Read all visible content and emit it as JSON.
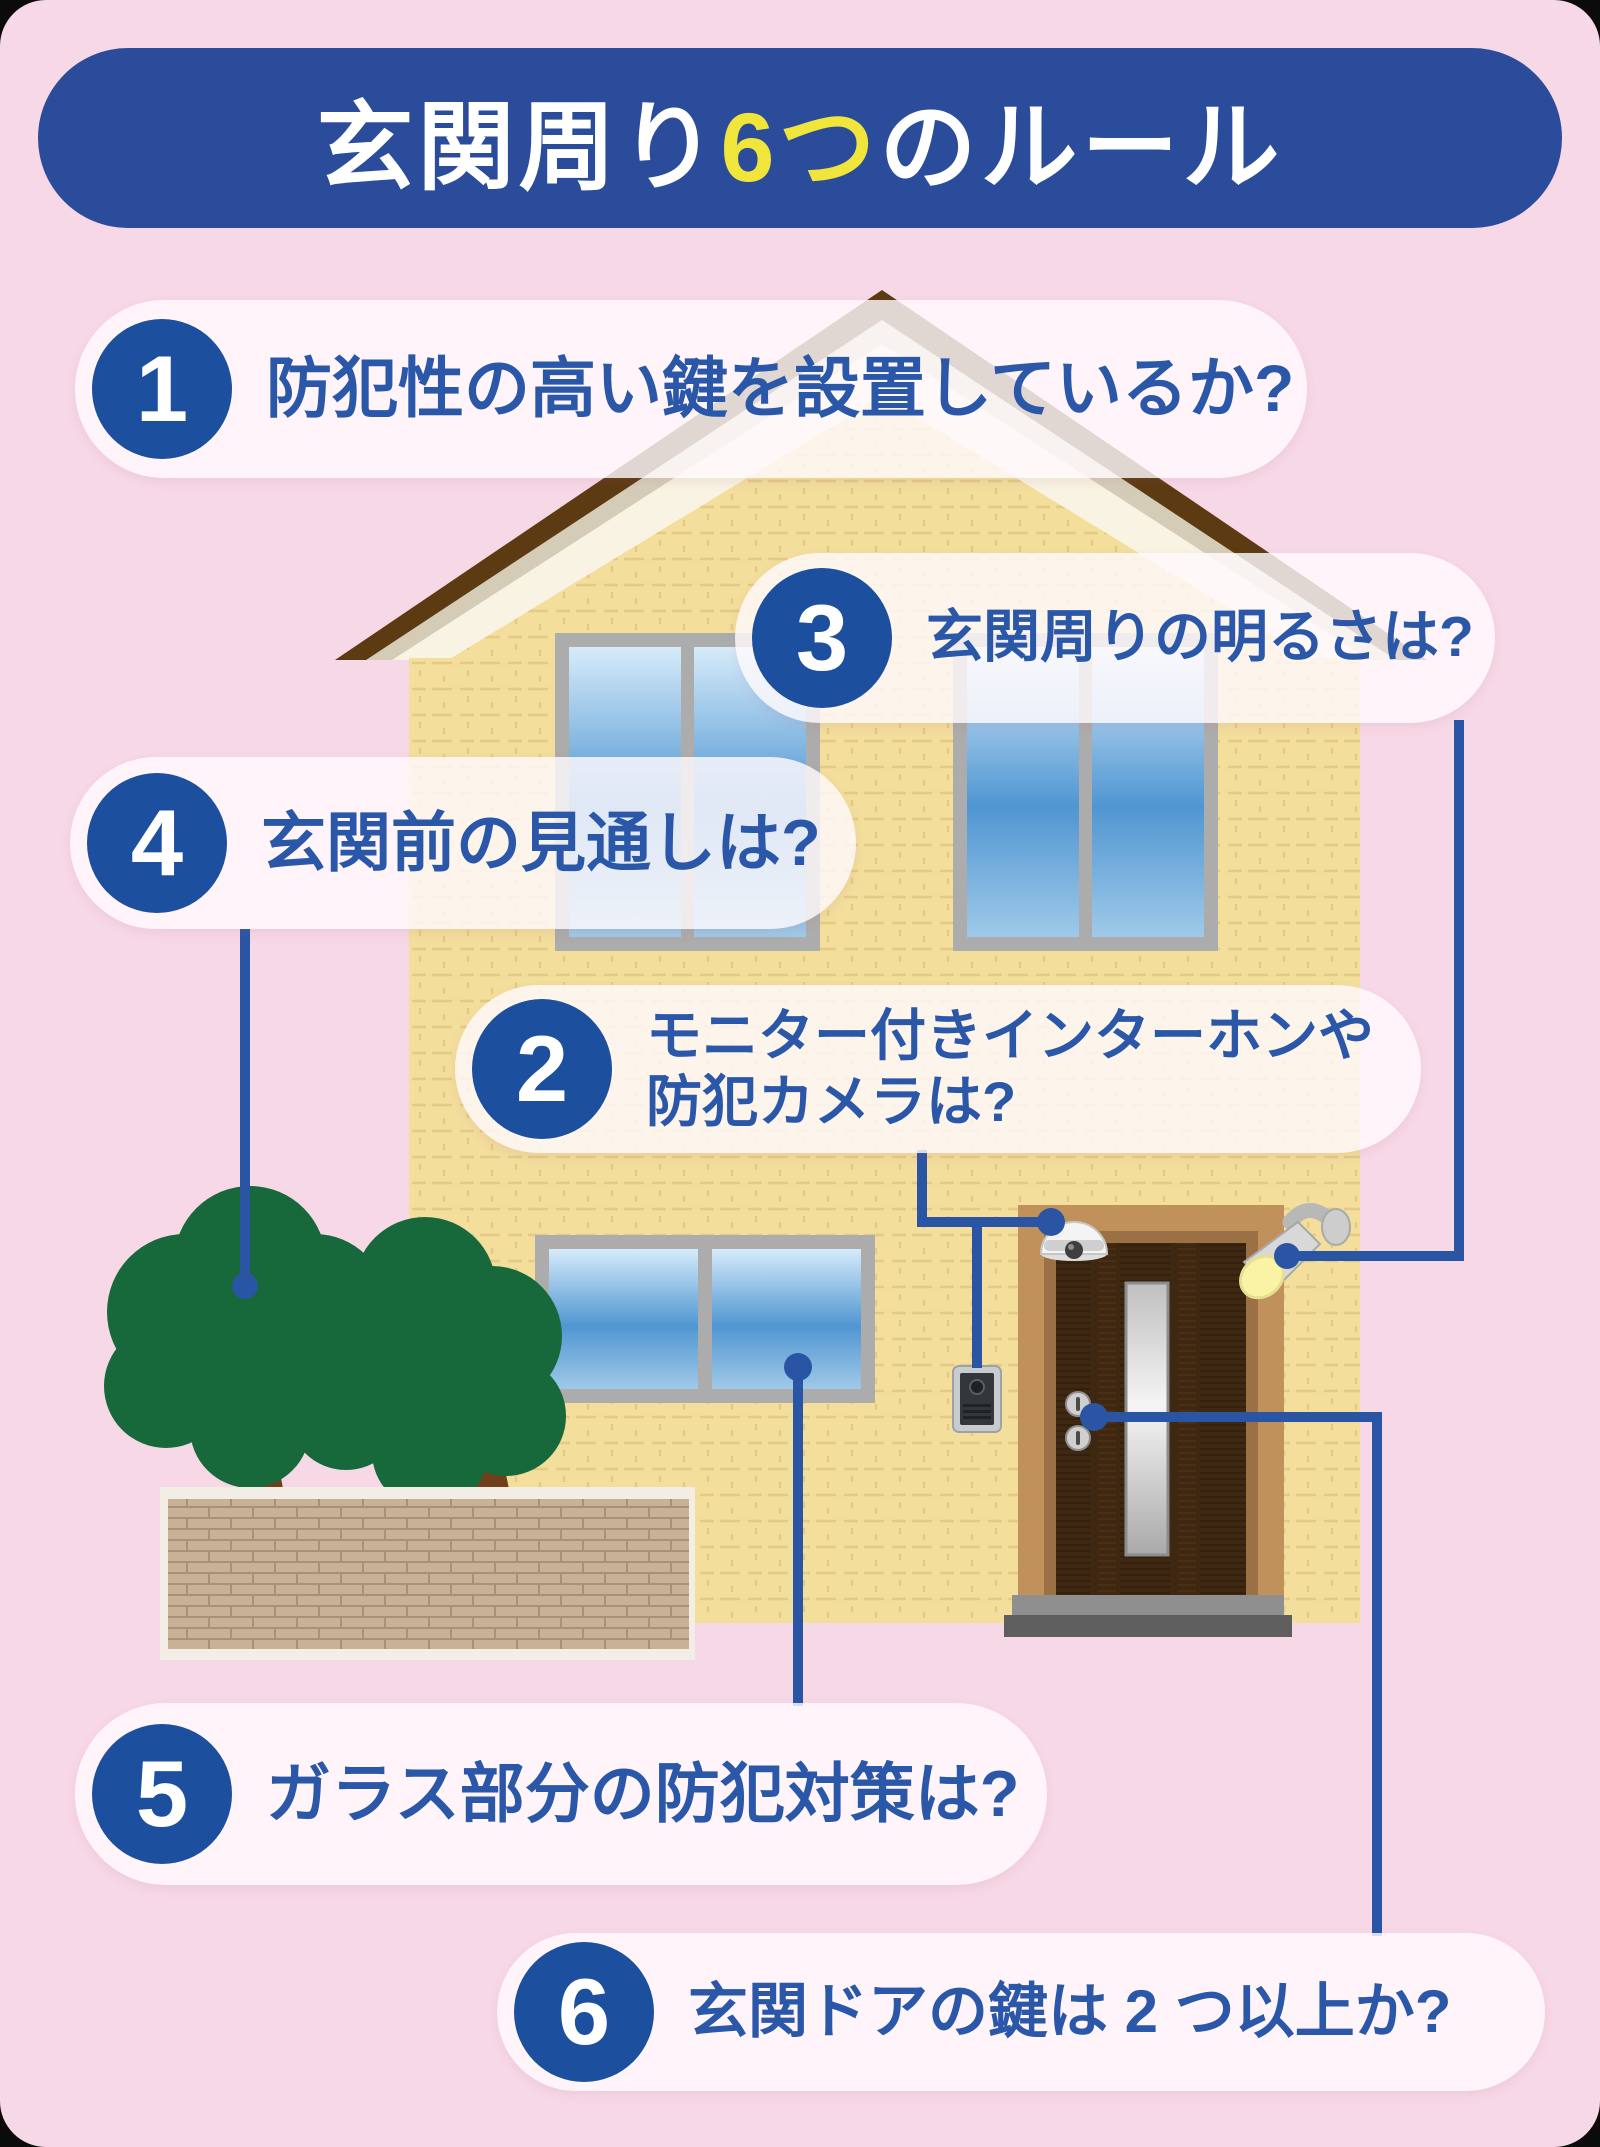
{
  "title": {
    "prefix": "玄関周り",
    "highlight": "6つ",
    "suffix": "のルール"
  },
  "callouts": [
    {
      "num": "1",
      "lines": [
        "防犯性の高い鍵を設置しているか?"
      ]
    },
    {
      "num": "2",
      "lines": [
        "モニター付きインターホンや",
        "防犯カメラは?"
      ]
    },
    {
      "num": "3",
      "lines": [
        "玄関周りの明るさは?"
      ]
    },
    {
      "num": "4",
      "lines": [
        "玄関前の見通しは?"
      ]
    },
    {
      "num": "5",
      "lines": [
        "ガラス部分の防犯対策は?"
      ]
    },
    {
      "num": "6",
      "lines": [
        "玄関ドアの鍵は 2 つ以上か?"
      ]
    }
  ],
  "colors": {
    "background_pink": "#F7D8E6",
    "banner_blue": "#2A4C9A",
    "number_circle_blue": "#1D4F9F",
    "text_blue": "#2B57A8",
    "highlight_yellow": "#F0E53A",
    "callout_bg": "rgba(255,250,252,0.82)",
    "connector_blue": "#2A55A5",
    "house_wall_yellow": "#F3DE9C",
    "roof_brown": "#5C3A12",
    "gable_cream": "#F8F3E2",
    "gable_trim": "#D5CCB8",
    "tree_green": "#17693C",
    "trunk_brown": "#6F4019",
    "brick_tan": "#C8B195",
    "window_frame_gray": "#ACACAC",
    "window_blue": "#5096D2",
    "door_frame_tan": "#C0915A",
    "door_brown": "#3F2812",
    "step_gray": "#8F8F8F"
  }
}
